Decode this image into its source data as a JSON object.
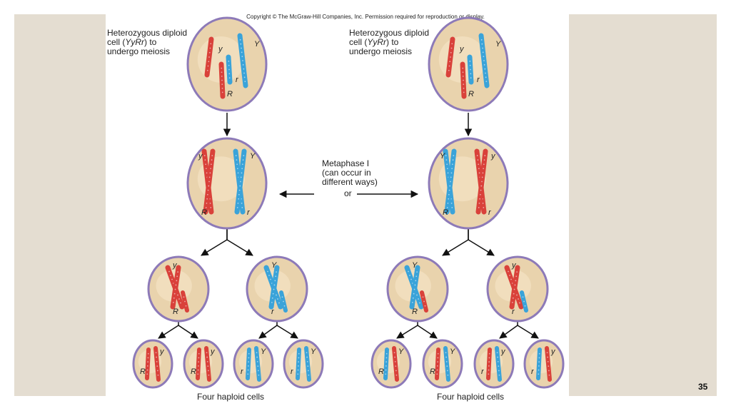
{
  "copyright": "Copyright © The McGraw-Hill Companies, Inc. Permission required for reproduction or display.",
  "left_top_label": {
    "line1": "Heterozygous diploid",
    "line2_pre": "cell (",
    "line2_it": "YyRr",
    "line2_post": ") to",
    "line3": "undergo meiosis"
  },
  "right_top_label": {
    "line1": "Heterozygous diploid",
    "line2_pre": "cell (",
    "line2_it": "YyRr",
    "line2_post": ") to",
    "line3": "undergo meiosis"
  },
  "metaphase_label": {
    "line1": "Metaphase I",
    "line2": "(can occur in",
    "line3": "different ways)",
    "or": "or"
  },
  "bottom_left_label": "Four haploid cells",
  "bottom_right_label": "Four haploid cells",
  "slide_number": "35",
  "alleles": {
    "Y": "Y",
    "y": "y",
    "R": "R",
    "r": "r"
  },
  "colors": {
    "red_chromosome": "#d9413a",
    "blue_chromosome": "#3aa3d9",
    "cell_fill": "#e9d3ad",
    "cell_border": "#8d7ab8",
    "panel": "#e4ddd1"
  }
}
